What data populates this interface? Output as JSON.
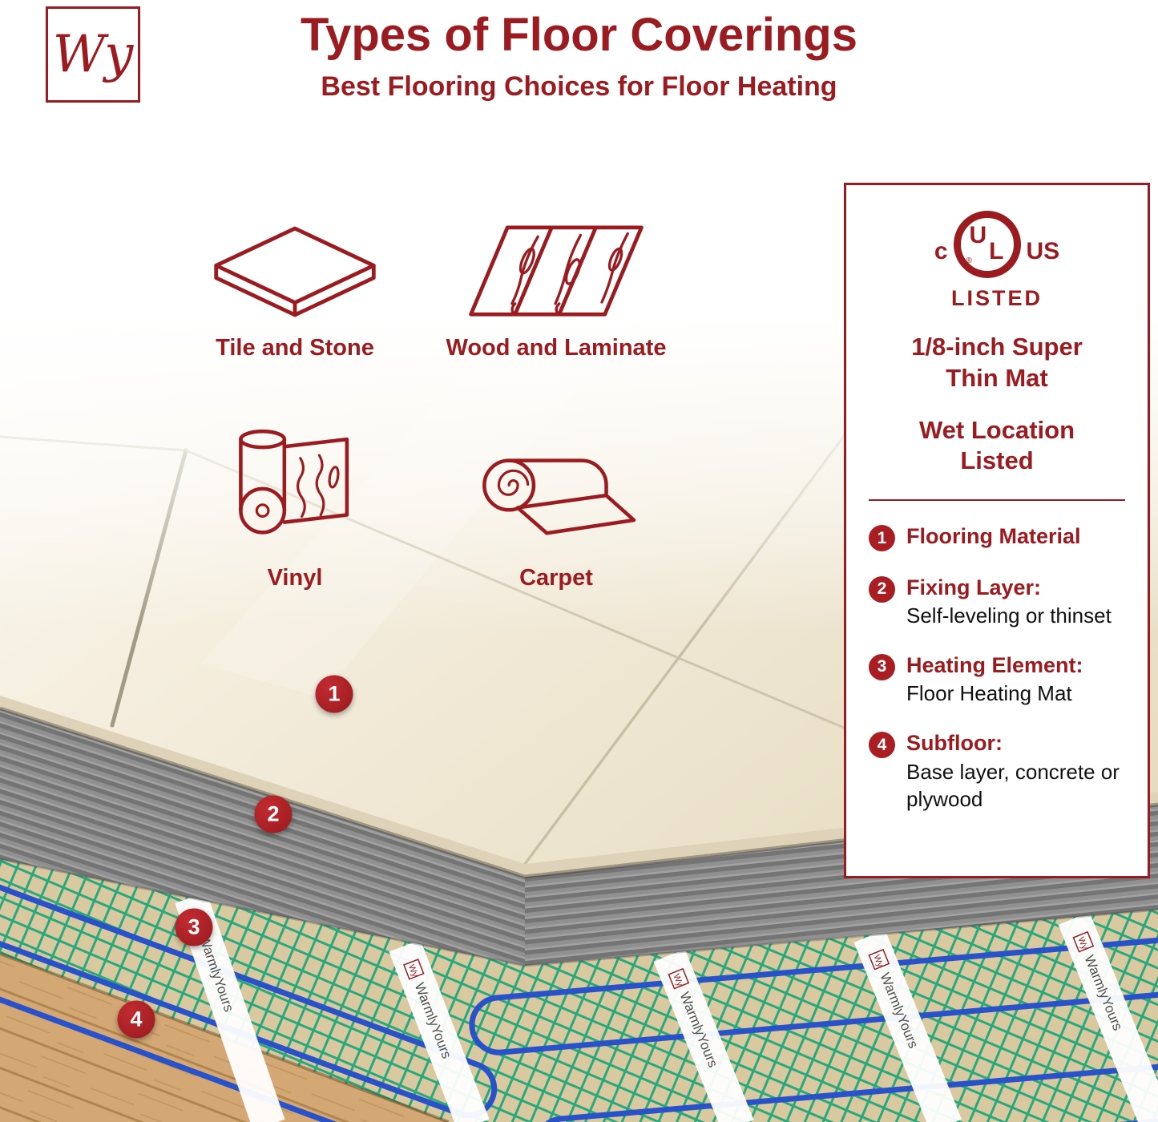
{
  "header": {
    "logo_text": "Wy",
    "title": "Types of Floor Coverings",
    "subtitle": "Best Flooring Choices for Floor Heating"
  },
  "flooring_types": [
    {
      "label": "Tile and Stone",
      "icon": "tile-icon"
    },
    {
      "label": "Wood and Laminate",
      "icon": "wood-icon"
    },
    {
      "label": "Vinyl",
      "icon": "vinyl-icon"
    },
    {
      "label": "Carpet",
      "icon": "carpet-icon"
    }
  ],
  "spec_panel": {
    "ul_mark": {
      "prefix": "c",
      "u": "U",
      "l": "L",
      "suffix": "US",
      "registered": "®",
      "listed": "LISTED"
    },
    "headline_primary": "1/8-inch Super Thin Mat",
    "headline_secondary": "Wet Location Listed",
    "layers": [
      {
        "number": "1",
        "title": "Flooring Material",
        "description": ""
      },
      {
        "number": "2",
        "title": "Fixing Layer:",
        "description": "Self-leveling or thinset"
      },
      {
        "number": "3",
        "title": "Heating Element:",
        "description": "Floor Heating Mat"
      },
      {
        "number": "4",
        "title": "Subfloor:",
        "description": "Base layer, concrete or plywood"
      }
    ]
  },
  "diagram": {
    "markers": [
      {
        "number": "1"
      },
      {
        "number": "2"
      },
      {
        "number": "3"
      },
      {
        "number": "4"
      }
    ],
    "tape_label": "WarmlyYours",
    "tape_logo_text": "Wy"
  },
  "colors": {
    "brand_red": "#9B1C20",
    "badge_red": "#A91E23",
    "tile_beige": "#EDE4CE",
    "thinset_gray": "#8A8A8A",
    "mesh_green": "#2AA87C",
    "cable_blue": "#2A52C8",
    "wood_tan": "#D3A875"
  }
}
